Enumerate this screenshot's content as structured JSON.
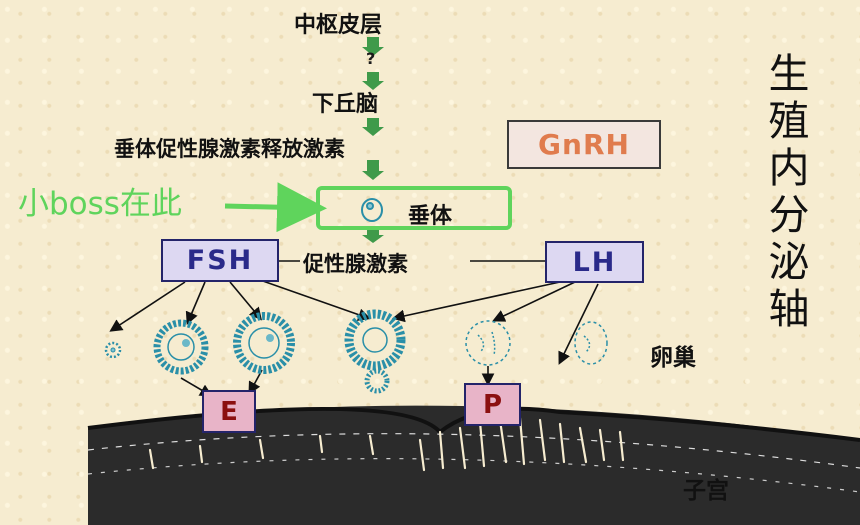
{
  "diagram": {
    "top_label": "中枢皮层",
    "question_mark": "?",
    "hypothalamus": "下丘脑",
    "gnrh_full": "垂体促性腺激素释放激素",
    "gnrh_abbr": "GnRH",
    "pituitary": "垂体",
    "fsh": "FSH",
    "gonadotropin": "促性腺激素",
    "lh": "LH",
    "ovary": "卵巢",
    "estrogen": "E",
    "progesterone": "P",
    "uterus": "子宫",
    "vertical_title": "生殖内分泌轴",
    "annotation": "小boss在此"
  },
  "colors": {
    "background": "#f6ecd0",
    "flow_arrow": "#3f9a4a",
    "gnrh_box_fill": "#f3e6e0",
    "gnrh_text": "#e07c4e",
    "hormone_box_fill": "#ddd8f2",
    "hormone_text": "#2a2a8a",
    "steroid_box_fill": "#e8b4c8",
    "steroid_text": "#8b1010",
    "annotation": "#5fd45c",
    "follicle": "#2a8fa8"
  }
}
